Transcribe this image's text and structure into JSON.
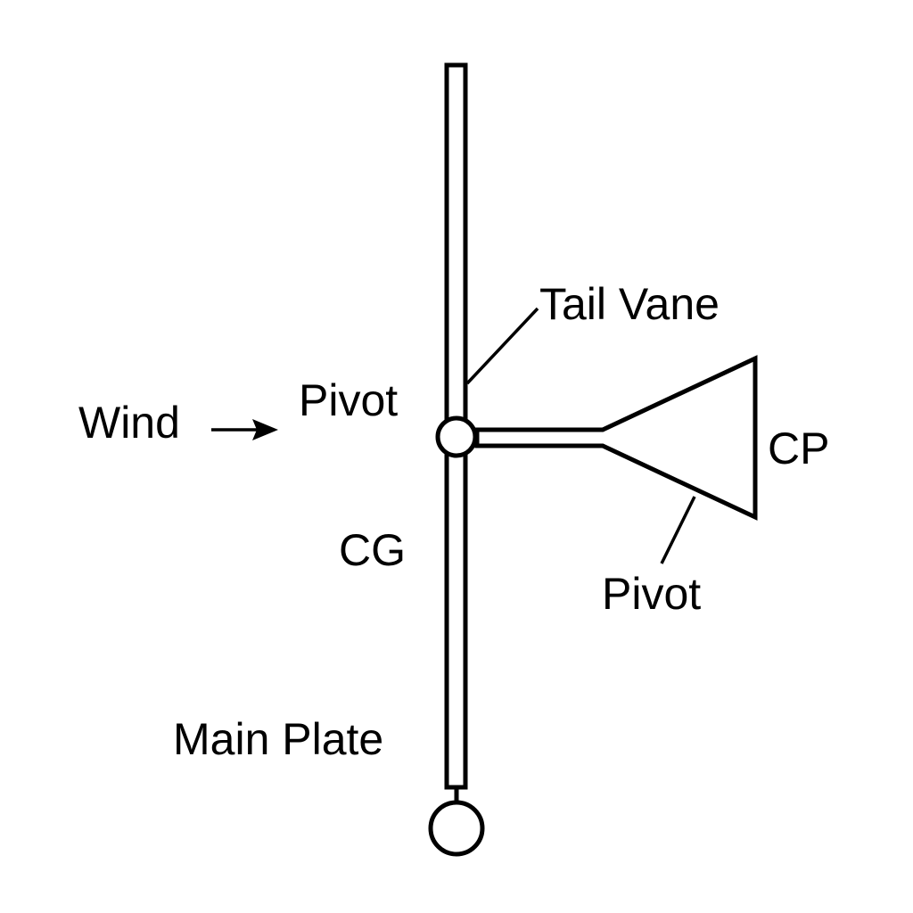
{
  "labels": {
    "tail_vane": "Tail Vane",
    "pivot_top": "Pivot",
    "wind": "Wind",
    "cp": "CP",
    "cg": "CG",
    "pivot_bottom": "Pivot",
    "main_plate": "Main Plate"
  },
  "colors": {
    "stroke": "#000000",
    "background": "#ffffff"
  }
}
